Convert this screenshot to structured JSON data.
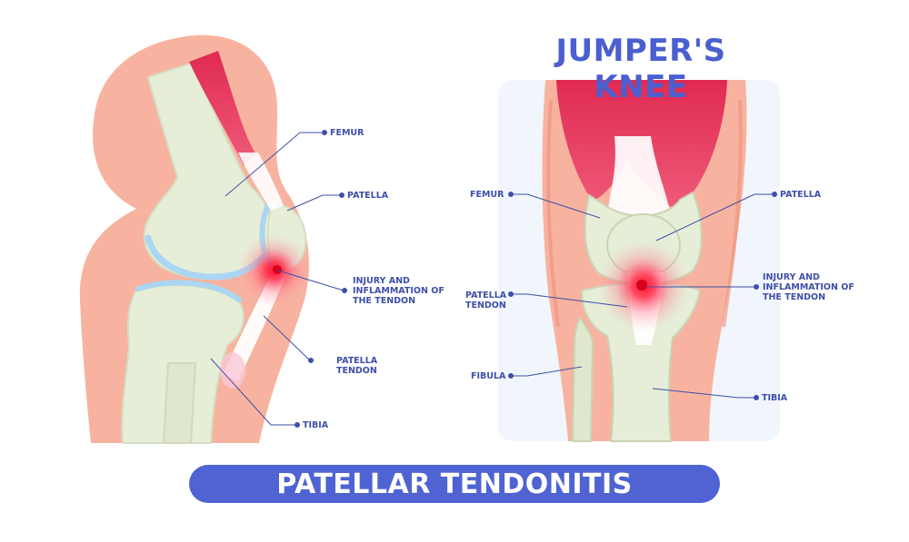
{
  "title": "JUMPER'S KNEE",
  "banner": "PATELLAR TENDONITIS",
  "left_labels": {
    "femur": "FEMUR",
    "patella": "PATELLA",
    "injury": "INJURY AND\nINFLAMMATION OF\nTHE TENDON",
    "patella_tendon": "PATELLA\nTENDON",
    "tibia": "TIBIA"
  },
  "right_labels": {
    "femur": "FEMUR",
    "patella": "PATELLA",
    "injury": "INJURY AND\nINFLAMMATION OF\nTHE TENDON",
    "patella_tendon": "PATELLA\nTENDON",
    "fibula": "FIBULA",
    "tibia": "TIBIA"
  },
  "colors": {
    "accent": "#4f63d2",
    "skin": "#f7b3a0",
    "bone": "#e8efd8",
    "muscle": "#e8395a",
    "cartilage": "#a9d6f2",
    "inflammation": "#ff1e3c",
    "panel": "#f1f6fc"
  }
}
